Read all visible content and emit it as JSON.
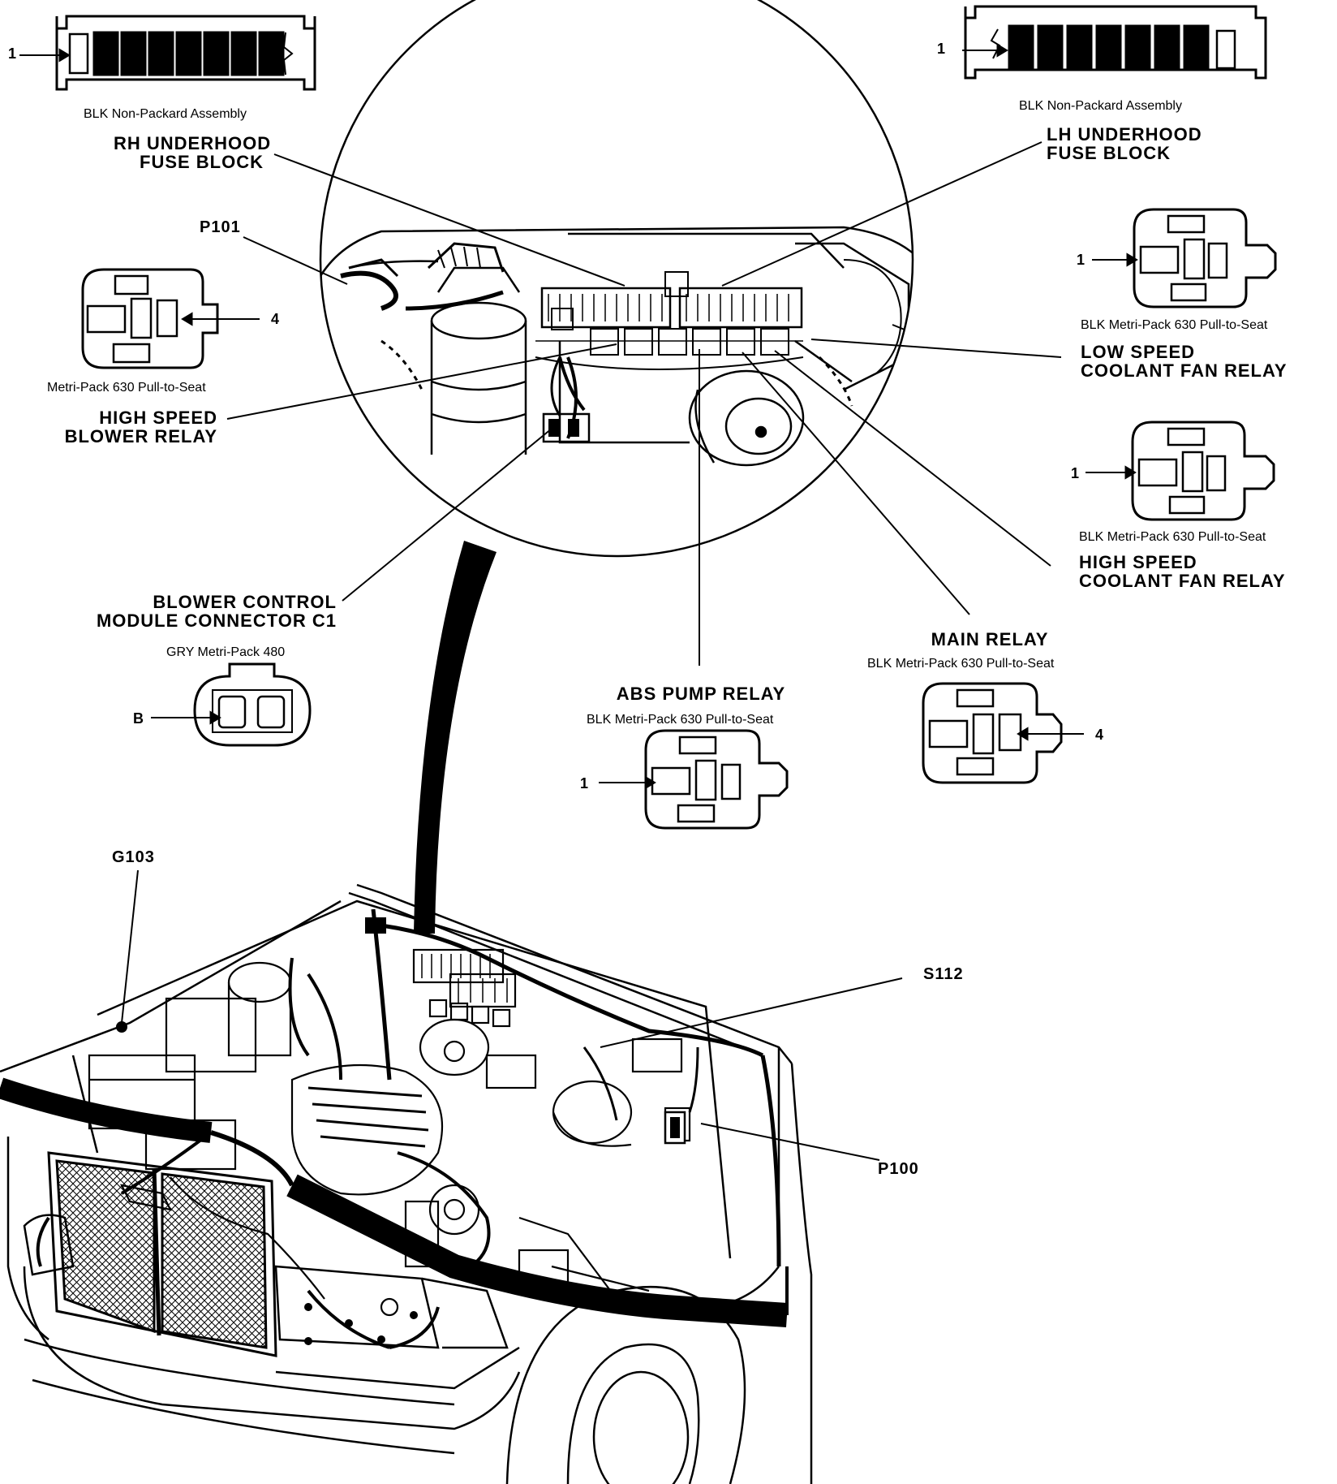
{
  "connectors": {
    "rh_fuse_assembly": {
      "caption": "BLK Non-Packard Assembly",
      "pin": "1"
    },
    "lh_fuse_assembly": {
      "caption": "BLK Non-Packard Assembly",
      "pin": "1"
    },
    "high_speed_blower": {
      "caption": "Metri-Pack 630 Pull-to-Seat",
      "pin": "4"
    },
    "low_speed_coolant": {
      "caption": "BLK Metri-Pack 630 Pull-to-Seat",
      "pin": "1"
    },
    "high_speed_coolant": {
      "caption": "BLK Metri-Pack 630 Pull-to-Seat",
      "pin": "1"
    },
    "blower_module": {
      "caption": "GRY Metri-Pack 480",
      "pin": "B"
    },
    "abs_pump": {
      "caption": "BLK Metri-Pack 630 Pull-to-Seat",
      "pin": "1"
    },
    "main_relay": {
      "caption": "BLK Metri-Pack 630 Pull-to-Seat",
      "pin": "4"
    }
  },
  "labels": {
    "rh_fuse_block": [
      "RH UNDERHOOD",
      "FUSE BLOCK"
    ],
    "lh_fuse_block": [
      "LH UNDERHOOD",
      "FUSE BLOCK"
    ],
    "p101": "P101",
    "high_speed_blower_relay": [
      "HIGH SPEED",
      "BLOWER RELAY"
    ],
    "low_speed_coolant_fan_relay": [
      "LOW SPEED",
      "COOLANT FAN RELAY"
    ],
    "high_speed_coolant_fan_relay": [
      "HIGH SPEED",
      "COOLANT FAN RELAY"
    ],
    "blower_control_module": [
      "BLOWER CONTROL",
      "MODULE CONNECTOR C1"
    ],
    "main_relay": "MAIN RELAY",
    "abs_pump_relay": "ABS PUMP RELAY",
    "g103": "G103",
    "s112": "S112",
    "p100": "P100"
  }
}
